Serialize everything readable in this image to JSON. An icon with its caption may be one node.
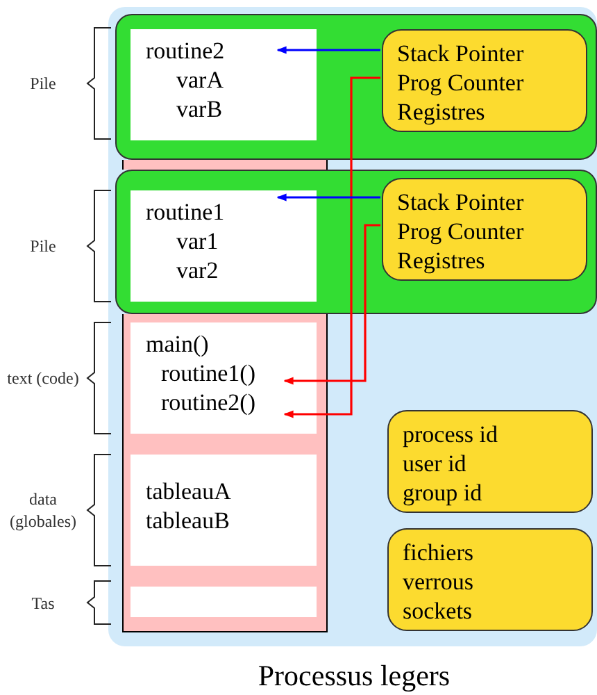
{
  "diagram": {
    "caption": "Processus legers",
    "nodes": [
      {
        "text": [],
        "shape": "box"
      },
      {
        "text": [],
        "shape": "box",
        "in": 0
      },
      {
        "text": [],
        "shape": "box",
        "in": 0
      },
      {
        "text": [
          "routine2",
          "varA",
          "varB"
        ],
        "in": 2
      },
      {
        "text": [
          "Stack Pointer",
          "Prog Counter",
          "Registres"
        ],
        "in": 2
      },
      {
        "text": [],
        "shape": "box",
        "in": 0
      },
      {
        "text": [
          "routine1",
          "var1",
          "var2"
        ],
        "in": 5
      },
      {
        "text": [
          "Stack Pointer",
          "Prog Counter",
          "Registres"
        ],
        "in": 5
      },
      {
        "text": [
          "main()",
          "routine1()",
          "routine2()"
        ],
        "in": 1
      },
      {
        "text": [
          "tableauA",
          "tableauB"
        ],
        "in": 1
      },
      {
        "text": [],
        "shape": "box",
        "in": 1
      },
      {
        "text": [
          "process id",
          "user id",
          "group id"
        ],
        "in": 0
      },
      {
        "text": [
          "fichiers",
          "verrous",
          "sockets"
        ],
        "in": 0
      }
    ],
    "edges": [
      {
        "from": 4,
        "to": 3,
        "arrow": "to",
        "color": "#0000ff"
      },
      {
        "from": 4,
        "to": 8,
        "arrow": "to",
        "color": "#ff0000"
      },
      {
        "from": 7,
        "to": 6,
        "arrow": "to",
        "color": "#0000ff"
      },
      {
        "from": 7,
        "to": 8,
        "arrow": "to",
        "color": "#ff0000"
      }
    ],
    "labels": [
      "Pile",
      "Pile",
      "text (code)",
      "data (globales)",
      "Tas"
    ]
  }
}
